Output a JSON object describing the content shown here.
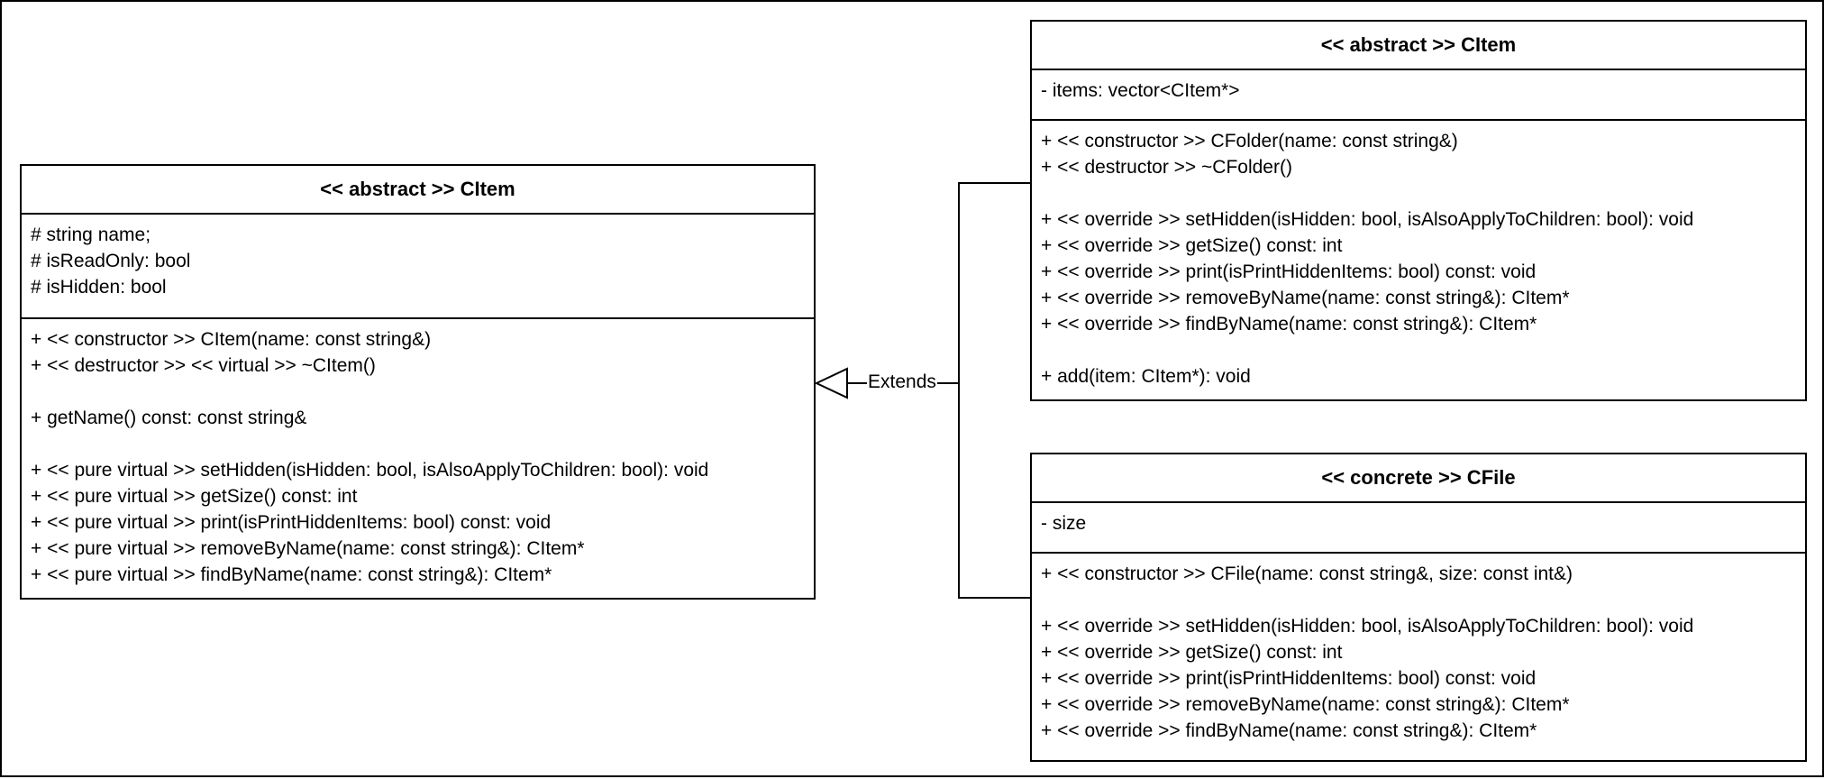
{
  "classes": {
    "citem": {
      "title": "<< abstract >> CItem",
      "attributes": [
        "# string name;",
        "# isReadOnly: bool",
        "# isHidden: bool"
      ],
      "methods": [
        "+ << constructor >> CItem(name: const string&)",
        "+ << destructor >> << virtual >> ~CItem()",
        "",
        "+ getName() const: const string&",
        "",
        "+ << pure virtual >> setHidden(isHidden: bool, isAlsoApplyToChildren: bool): void",
        "+ << pure virtual >> getSize() const: int",
        "+ << pure virtual >> print(isPrintHiddenItems: bool) const: void",
        "+ << pure virtual >> removeByName(name: const string&): CItem*",
        "+ << pure virtual >> findByName(name: const string&): CItem*"
      ]
    },
    "cfolder": {
      "title": "<< abstract >> CItem",
      "attributes": [
        "- items: vector<CItem*>"
      ],
      "methods": [
        "+ << constructor >> CFolder(name: const string&)",
        "+ << destructor >> ~CFolder()",
        "",
        "+ << override >> setHidden(isHidden: bool, isAlsoApplyToChildren: bool): void",
        "+ << override >> getSize() const: int",
        "+ << override >> print(isPrintHiddenItems: bool) const: void",
        "+ << override >> removeByName(name: const string&): CItem*",
        "+ << override >> findByName(name: const string&): CItem*",
        "",
        "+ add(item: CItem*): void"
      ]
    },
    "cfile": {
      "title": "<< concrete >> CFile",
      "attributes": [
        "- size"
      ],
      "methods": [
        "+ << constructor >> CFile(name: const string&, size: const int&)",
        "",
        "+ << override >> setHidden(isHidden: bool, isAlsoApplyToChildren: bool): void",
        "+ << override >> getSize() const: int",
        "+ << override >> print(isPrintHiddenItems: bool) const: void",
        "+ << override >> removeByName(name: const string&): CItem*",
        "+ << override >> findByName(name: const string&): CItem*"
      ]
    }
  },
  "relationship": {
    "label": "Extends"
  }
}
